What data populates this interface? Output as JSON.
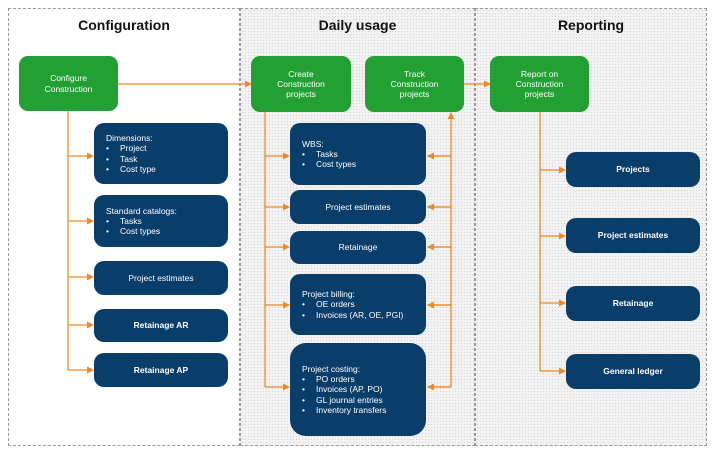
{
  "columns": {
    "configuration": "Configuration",
    "daily_usage": "Daily usage",
    "reporting": "Reporting"
  },
  "configure": {
    "label": "Configure\nConstruction"
  },
  "create": {
    "label": "Create\nConstruction\nprojects"
  },
  "track": {
    "label": "Track\nConstruction\nprojects"
  },
  "report": {
    "label": "Report on\nConstruction\nprojects"
  },
  "config_boxes": {
    "dimensions": {
      "title": "Dimensions:",
      "items": [
        "Project",
        "Task",
        "Cost type"
      ]
    },
    "catalogs": {
      "title": "Standard catalogs:",
      "items": [
        "Tasks",
        "Cost types"
      ]
    },
    "estimates": "Project estimates",
    "retainage_ar": "Retainage AR",
    "retainage_ap": "Retainage AP"
  },
  "usage_boxes": {
    "wbs": {
      "title": "WBS:",
      "items": [
        "Tasks",
        "Cost types"
      ]
    },
    "estimates": "Project estimates",
    "retainage": "Retainage",
    "billing": {
      "title": "Project billing:",
      "items": [
        "OE orders",
        "Invoices (AR, OE, PGI)"
      ]
    },
    "costing": {
      "title": "Project costing:",
      "items": [
        "PO orders",
        "Invoices (AP, PO)",
        "GL journal entries",
        "Inventory transfers"
      ]
    }
  },
  "report_boxes": {
    "projects": "Projects",
    "estimates": "Project estimates",
    "retainage": "Retainage",
    "ledger": "General ledger"
  },
  "colors": {
    "green": "#23a033",
    "navy": "#093e6b",
    "arrow": "#ef8a22"
  }
}
